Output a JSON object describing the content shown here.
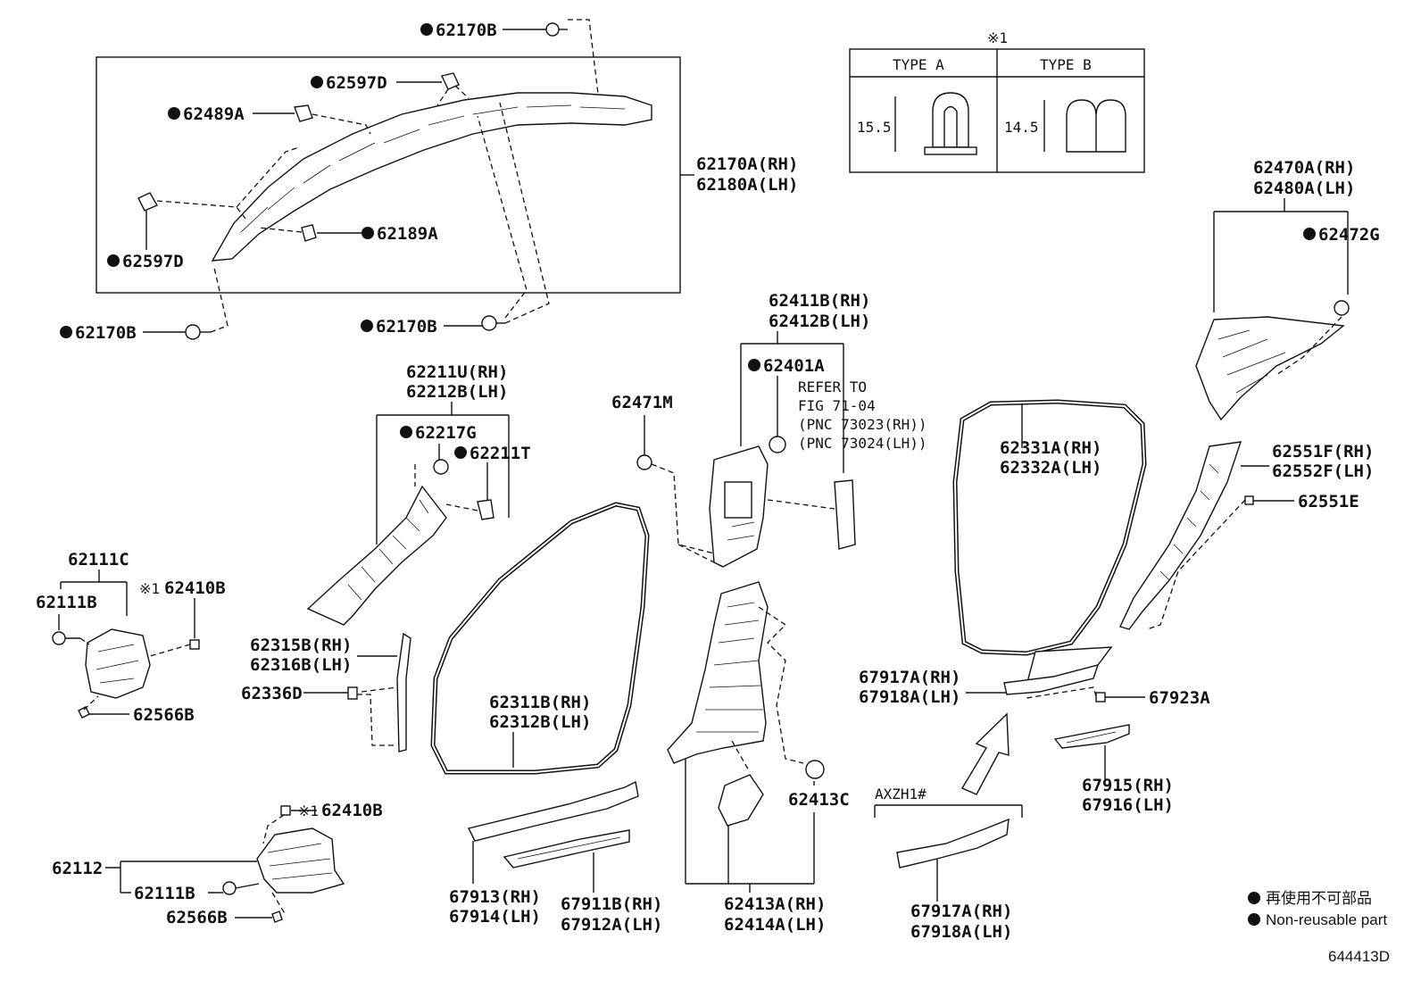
{
  "diagram_id": "644413D",
  "note_mark": "※1",
  "type_table": {
    "col_a": "TYPE A",
    "col_b": "TYPE B",
    "dim_a": "15.5",
    "dim_b": "14.5"
  },
  "refer_note": {
    "line1": "REFER TO",
    "line2": "FIG 71-04",
    "line3": "(PNC 73023(RH))",
    "line4": "(PNC 73024(LH))"
  },
  "variant_label": "AXZH1#",
  "legend": {
    "jp": "再使用不可部品",
    "en": "Non-reusable part"
  },
  "parts": {
    "p62170B_top": "62170B",
    "p62597D_top": "62597D",
    "p62489A": "62489A",
    "p62170A": "62170A(RH)",
    "p62180A": "62180A(LH)",
    "p62189A": "62189A",
    "p62597D_left": "62597D",
    "p62170B_left": "62170B",
    "p62170B_mid": "62170B",
    "p62411B": "62411B(RH)",
    "p62412B": "62412B(LH)",
    "p62401A": "62401A",
    "p62211U": "62211U(RH)",
    "p62212B": "62212B(LH)",
    "p62217G": "62217G",
    "p62211T": "62211T",
    "p62471M": "62471M",
    "p62111C": "62111C",
    "p62111B_top": "62111B",
    "p62410B_top": "62410B",
    "p62566B_top": "62566B",
    "p62315B": "62315B(RH)",
    "p62316B": "62316B(LH)",
    "p62336D": "62336D",
    "p62311B": "62311B(RH)",
    "p62312B": "62312B(LH)",
    "p62331A": "62331A(RH)",
    "p62332A": "62332A(LH)",
    "p62470A": "62470A(RH)",
    "p62480A": "62480A(LH)",
    "p62472G": "62472G",
    "p62551F": "62551F(RH)",
    "p62552F": "62552F(LH)",
    "p62551E": "62551E",
    "p67917A_mid": "67917A(RH)",
    "p67918A_mid": "67918A(LH)",
    "p67923A": "67923A",
    "p67915": "67915(RH)",
    "p67916": "67916(LH)",
    "p62413C": "62413C",
    "p62413A": "62413A(RH)",
    "p62414A": "62414A(LH)",
    "p62112": "62112",
    "p62111B_bot": "62111B",
    "p62410B_bot": "62410B",
    "p62566B_bot": "62566B",
    "p67913": "67913(RH)",
    "p67914": "67914(LH)",
    "p67911B": "67911B(RH)",
    "p67912A": "67912A(LH)",
    "p67917A_bot": "67917A(RH)",
    "p67918A_bot": "67918A(LH)"
  }
}
